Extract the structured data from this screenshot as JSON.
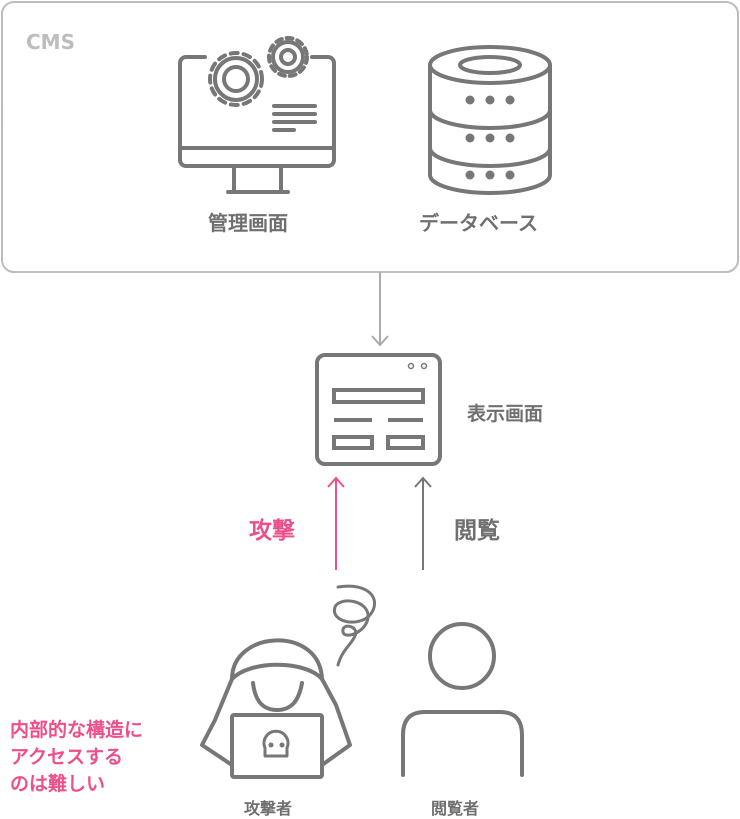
{
  "cms": {
    "label": "CMS",
    "admin_label": "管理画面",
    "database_label": "データベース"
  },
  "display": {
    "label": "表示画面"
  },
  "arrows": {
    "attack_label": "攻撃",
    "browse_label": "閲覧"
  },
  "actors": {
    "attacker_label": "攻撃者",
    "viewer_label": "閲覧者"
  },
  "note": {
    "lines": [
      "内部的な構造に",
      "アクセスする",
      "のは難しい"
    ]
  },
  "colors": {
    "gray": "#777777",
    "pink": "#ee4f8b",
    "border": "#bdbdbd"
  }
}
